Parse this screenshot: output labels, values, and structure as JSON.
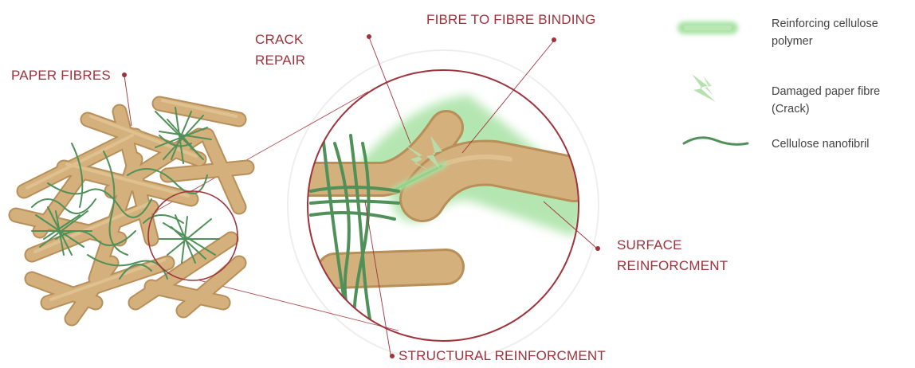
{
  "colors": {
    "label": "#a0323b",
    "leader": "#a0323b",
    "fibre": "#d4b07c",
    "fibre_shade": "#b88f59",
    "nanofibril": "#4f9158",
    "polymer_glow": "#a8e2a4",
    "crack": "#b6e0ae",
    "legend_text": "#444444"
  },
  "labels": {
    "paper_fibres": "PAPER FIBRES",
    "crack_repair_line1": "CRACK",
    "crack_repair_line2": "REPAIR",
    "fibre_binding": "FIBRE TO FIBRE BINDING",
    "surface_line1": "SURFACE",
    "surface_line2": "REINFORCMENT",
    "structural": "STRUCTURAL REINFORCMENT"
  },
  "legend": {
    "polymer_line1": "Reinforcing cellulose",
    "polymer_line2": "polymer",
    "damaged_line1": "Damaged paper fibre",
    "damaged_line2": "(Crack)",
    "nanofibril": "Cellulose nanofibril"
  },
  "icons": {
    "polymer": "glow-bar-icon",
    "damaged": "crack-bolt-icon",
    "nanofibril": "wavy-line-icon"
  }
}
